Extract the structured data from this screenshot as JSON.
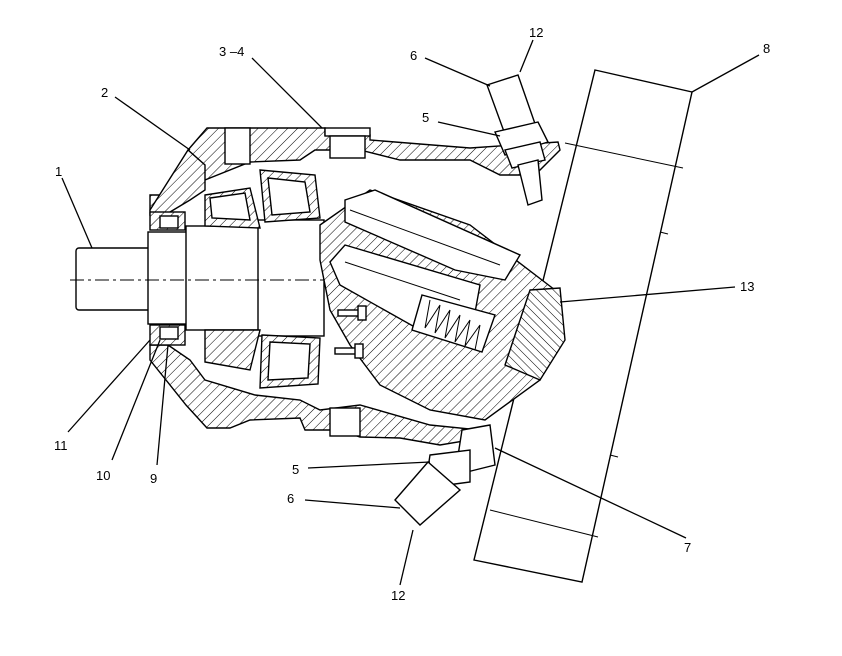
{
  "callouts": [
    {
      "id": "c1",
      "text": "1"
    },
    {
      "id": "c2",
      "text": "2"
    },
    {
      "id": "c34",
      "text": "3 –4"
    },
    {
      "id": "c6a",
      "text": "6"
    },
    {
      "id": "c12a",
      "text": "12"
    },
    {
      "id": "c8",
      "text": "8"
    },
    {
      "id": "c5a",
      "text": "5"
    },
    {
      "id": "c13",
      "text": "13"
    },
    {
      "id": "c11",
      "text": "11"
    },
    {
      "id": "c10",
      "text": "10"
    },
    {
      "id": "c9",
      "text": "9"
    },
    {
      "id": "c5b",
      "text": "5"
    },
    {
      "id": "c6b",
      "text": "6"
    },
    {
      "id": "c7",
      "text": "7"
    },
    {
      "id": "c12b",
      "text": "12"
    }
  ]
}
